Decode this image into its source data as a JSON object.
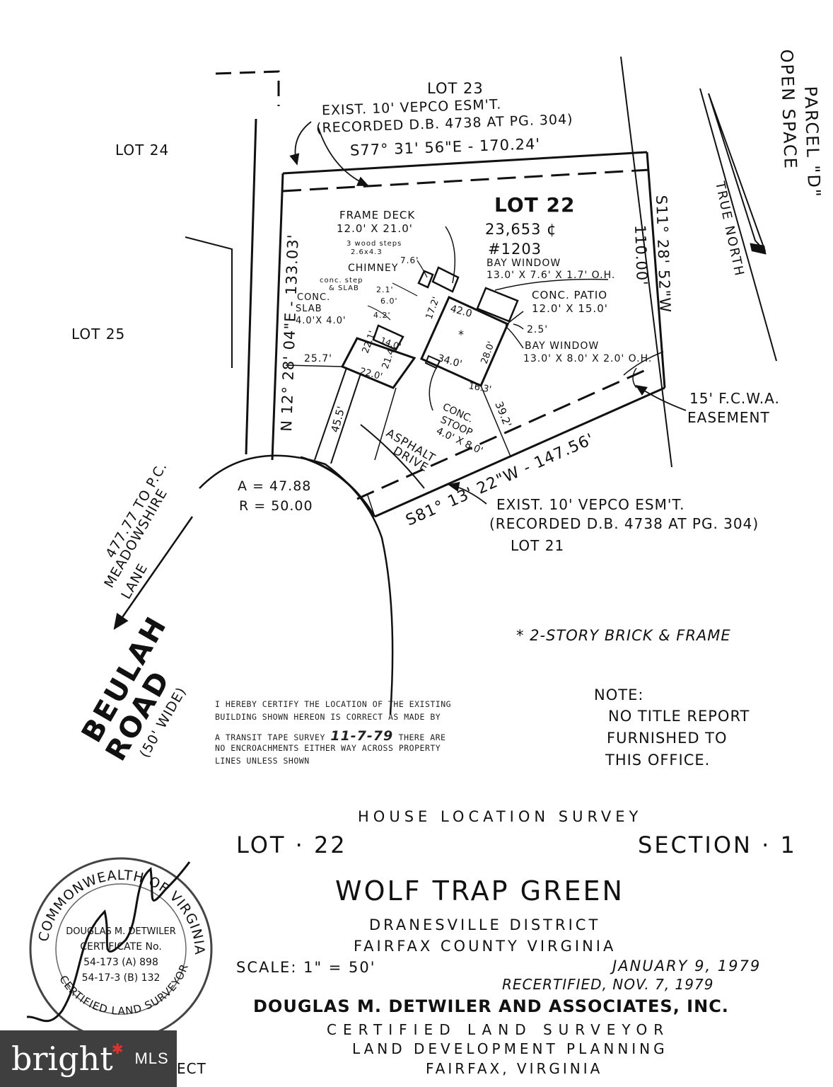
{
  "labels": {
    "lot23": "LOT 23",
    "lot24": "LOT 24",
    "lot25": "LOT 25",
    "lot21": "LOT 21",
    "lot22": "LOT 22",
    "lot22_area": "23,653 ¢",
    "house_number": "#1203",
    "parcel": "PARCEL \"D\"",
    "open_space": "OPEN SPACE",
    "true_north": "TRUE NORTH"
  },
  "easements": {
    "top_line1": "EXIST. 10' VEPCO ESM'T.",
    "top_line2": "(RECORDED D.B. 4738 AT PG. 304)",
    "bottom_line1": "EXIST. 10' VEPCO ESM'T.",
    "bottom_line2": "(RECORDED D.B. 4738 AT PG. 304)",
    "fcwa_line1": "15' F.C.W.A.",
    "fcwa_line2": "EASEMENT"
  },
  "bearings": {
    "north_line": "S77° 31' 56\"E - 170.24'",
    "east_line": "S11° 28' 52\"W",
    "east_dist": "110.00'",
    "west_line": "N 12° 28' 04\"E - 133.03'",
    "south_line": "S81° 13' 22\"W - 147.56'",
    "arc_a": "A = 47.88",
    "arc_r": "R = 50.00"
  },
  "features": {
    "frame_deck_1": "FRAME DECK",
    "frame_deck_2": "12.0' X 21.0'",
    "wood_steps_1": "3 wood steps",
    "wood_steps_2": "2.6x4.3",
    "chimney": "CHIMNEY",
    "conc_step": "conc. step",
    "slab": "& SLAB",
    "conc_slab_1": "CONC.",
    "conc_slab_2": "SLAB",
    "conc_slab_3": "4.0'X 4.0'",
    "bay1_1": "BAY WINDOW",
    "bay1_2": "13.0' X 7.6' X 1.7' O.H.",
    "patio_1": "CONC. PATIO",
    "patio_2": "12.0' X 15.0'",
    "bay2_1": "BAY WINDOW",
    "bay2_2": "13.0' X 8.0' X 2.0' O.H.",
    "stoop_1": "CONC.",
    "stoop_2": "STOOP",
    "stoop_3": "4.0' X 8.0'",
    "drive_1": "ASPHALT",
    "drive_2": "DRIVE"
  },
  "dimensions": {
    "d76": "7.6'",
    "d21": "2.1'",
    "d6": "6.0'",
    "d42": "4.2'",
    "d172": "17.2'",
    "d420": "42.0",
    "d25": "2.5'",
    "d140": "14.0'",
    "d221": "22.1'",
    "d214": "21.4'",
    "d220": "22.0'",
    "d340": "34.0'",
    "d280": "28.0'",
    "d163": "16.3'",
    "d257": "25.7'",
    "d455": "45.5'",
    "d392": "39.2'"
  },
  "road": {
    "to_pc_1": "477.77 TO P.C.",
    "to_pc_2": "MEADOWSHIRE",
    "to_pc_3": "LANE",
    "name_1": "BEULAH",
    "name_2": "ROAD",
    "width": "(50' WIDE)"
  },
  "legend": "* 2-STORY BRICK & FRAME",
  "certification": {
    "line1": "I HEREBY CERTIFY THE LOCATION OF THE EXISTING",
    "line2": "BUILDING SHOWN HEREON IS CORRECT AS MADE BY",
    "line3a": "A TRANSIT TAPE SURVEY",
    "line3_date": "11-7-79",
    "line3b": "THERE ARE",
    "line4": "NO ENCROACHMENTS EITHER WAY ACROSS PROPERTY",
    "line5": "LINES UNLESS SHOWN"
  },
  "note": {
    "heading": "NOTE:",
    "line1": "NO TITLE REPORT",
    "line2": "FURNISHED TO",
    "line3": "THIS OFFICE."
  },
  "title_block": {
    "survey_type": "HOUSE LOCATION SURVEY",
    "lot": "LOT · 22",
    "section": "SECTION · 1",
    "subdivision": "WOLF TRAP GREEN",
    "district": "DRANESVILLE DISTRICT",
    "county": "FAIRFAX COUNTY VIRGINIA",
    "scale": "SCALE: 1\" = 50'",
    "date": "JANUARY 9, 1979",
    "recertified": "RECERTIFIED, NOV. 7, 1979",
    "firm": "DOUGLAS M. DETWILER AND ASSOCIATES, INC.",
    "role": "CERTIFIED LAND SURVEYOR",
    "services": "LAND DEVELOPMENT PLANNING",
    "city": "FAIRFAX, VIRGINIA",
    "footer_partial": "ECT"
  },
  "seal": {
    "top": "COMMONWEALTH OF VIRGINIA",
    "name": "DOUGLAS M. DETWILER",
    "cert": "CERTIFICATE No.",
    "no1": "54-173 (A) 898",
    "no2": "54-17-3 (B) 132",
    "bottom": "CERTIFIED LAND SURVEYOR"
  },
  "logo": {
    "brand": "bright",
    "mls": "MLS"
  }
}
